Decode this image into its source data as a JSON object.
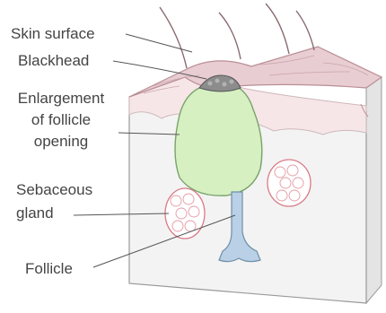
{
  "labels": {
    "skin_surface": "Skin surface",
    "blackhead": "Blackhead",
    "enlargement_line1": "Enlargement",
    "enlargement_line2": "of follicle",
    "enlargement_line3": "opening",
    "sebaceous_line1": "Sebaceous",
    "sebaceous_line2": "gland",
    "follicle": "Follicle"
  },
  "colors": {
    "skin_top": "#e8cdd2",
    "skin_top_edge": "#b98e95",
    "epidermis_front": "#f6e6e8",
    "dermis_front": "#f3f3f3",
    "dermis_side": "#e4e4e4",
    "follicle_fill": "#d6f0c2",
    "follicle_edge": "#7aa26a",
    "blackhead_fill": "#8c8c8c",
    "canal_fill": "#b9d0e6",
    "canal_edge": "#6f8fa8",
    "gland_fill": "#ffffff",
    "gland_edge": "#d97a86",
    "hair": "#8a6b6f",
    "leader": "#555555",
    "label_text": "#444444"
  }
}
